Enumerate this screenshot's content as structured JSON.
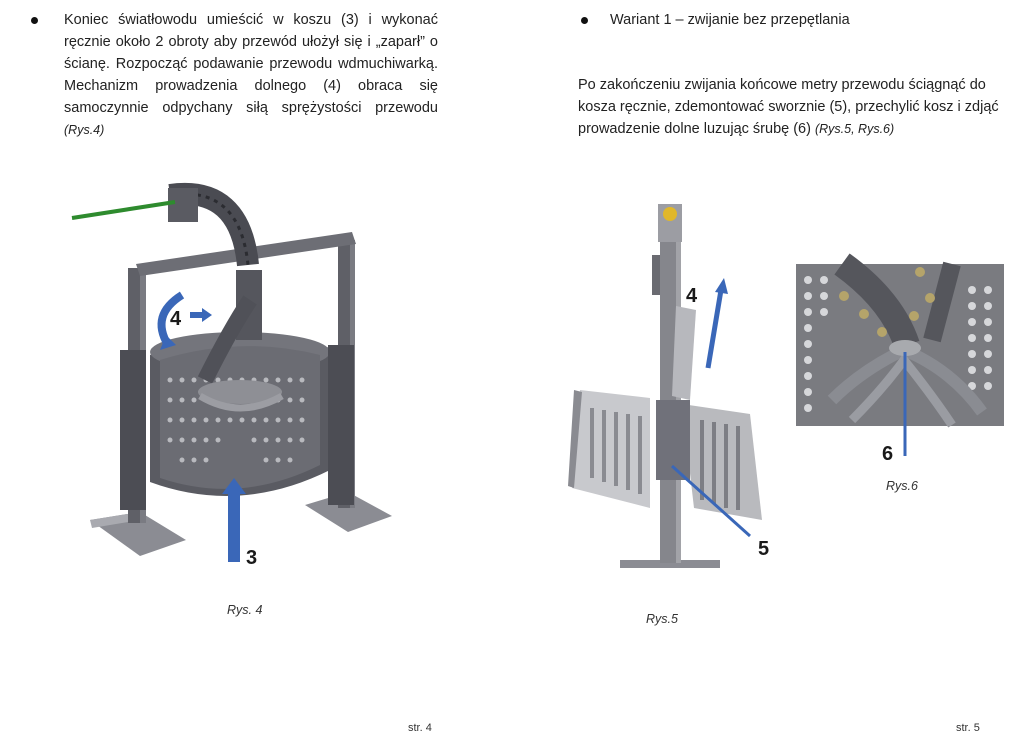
{
  "left": {
    "paragraph": "Koniec światłowodu umieścić w koszu (3) i wykonać ręcznie około 2 obroty aby przewód ułożył się i „zaparł” o ścianę. Rozpocząć podawanie przewodu wdmuchiwarką. Mechanizm prowadzenia dolnego (4) obraca się samoczynnie odpychany siłą sprężystości przewodu",
    "paragraph_ref": "(Rys.4)",
    "figure": {
      "caption": "Rys. 4",
      "label_4": "4",
      "label_3": "3"
    },
    "page_number": "str. 4"
  },
  "right": {
    "bullet_text": "Wariant 1 – zwijanie bez przepętlania",
    "paragraph": "Po zakończeniu zwijania końcowe metry przewodu ściągnąć do kosza ręcznie, zdemontować sworznie (5), przechylić kosz i zdjąć prowadzenie dolne luzując śrubę (6)",
    "paragraph_ref": "(Rys.5, Rys.6)",
    "figure5": {
      "caption": "Rys.5",
      "label_4": "4",
      "label_5": "5"
    },
    "figure6": {
      "caption": "Rys.6",
      "label_6": "6"
    },
    "page_number": "str. 5"
  },
  "colors": {
    "arrow": "#3a67b8",
    "metal": "#6f7077",
    "fiber": "#2e8b2e"
  }
}
